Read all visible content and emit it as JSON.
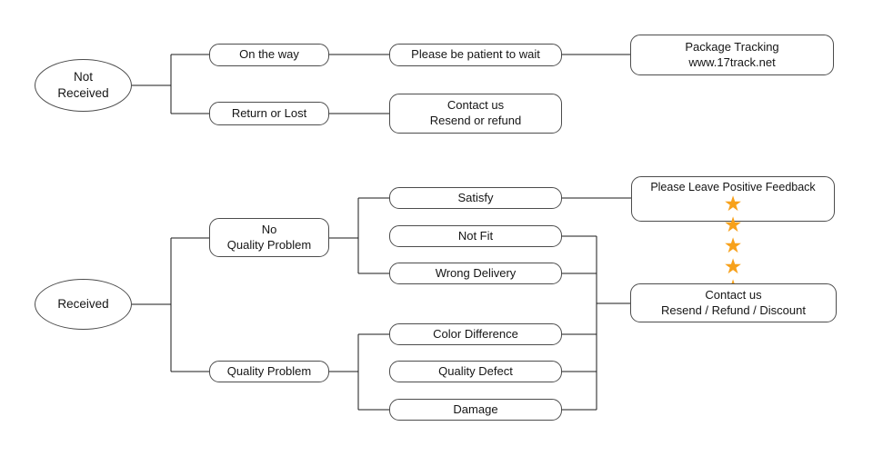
{
  "not_received_flow": {
    "root_line1": "Not",
    "root_line2": "Received",
    "on_the_way": "On the way",
    "please_wait": "Please be patient to wait",
    "package_tracking_line1": "Package Tracking",
    "package_tracking_line2": "www.17track.net",
    "return_or_lost": "Return or Lost",
    "contact_line1": "Contact us",
    "contact_line2": "Resend or refund"
  },
  "received_flow": {
    "root": "Received",
    "no_quality_line1": "No",
    "no_quality_line2": "Quality Problem",
    "quality_problem": "Quality Problem",
    "satisfy": "Satisfy",
    "not_fit": "Not Fit",
    "wrong_delivery": "Wrong Delivery",
    "color_difference": "Color Difference",
    "quality_defect": "Quality Defect",
    "damage": "Damage",
    "feedback_label": "Please Leave Positive Feedback",
    "feedback_stars": {
      "char": "★",
      "count": 5,
      "color": "#F7A11B"
    },
    "contact_line1": "Contact us",
    "contact_line2": "Resend / Refund / Discount"
  },
  "colors": {
    "background": "#ffffff",
    "line": "#1a1a1a",
    "node_border": "#4c4c4c",
    "text": "#151515"
  }
}
